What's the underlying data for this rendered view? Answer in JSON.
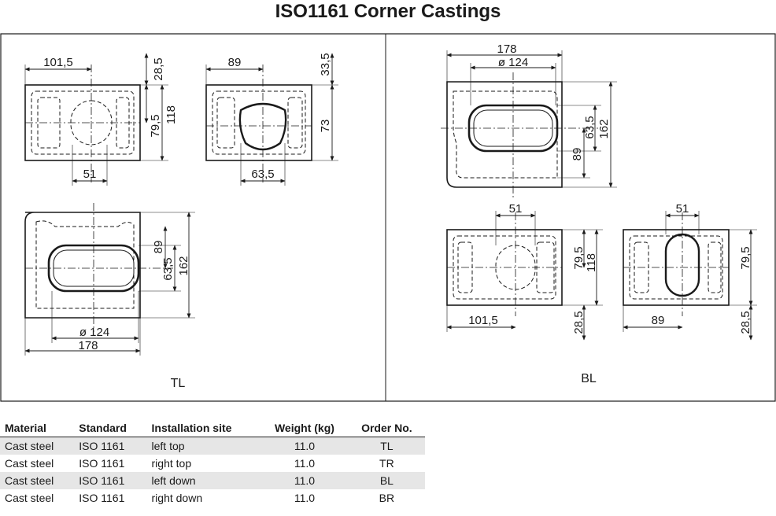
{
  "title": "ISO1161 Corner Castings",
  "panels": {
    "left_label": "TL",
    "right_label": "BL"
  },
  "dims": {
    "a": "101,5",
    "b": "28,5",
    "c": "79,5",
    "d": "118",
    "e": "51",
    "f": "89",
    "g": "33,5",
    "h": "73",
    "i": "63,5",
    "j": "162",
    "k": "ø 124",
    "l": "178"
  },
  "table": {
    "headers": [
      "Material",
      "Standard",
      "Installation site",
      "Weight  (kg)",
      "Order No."
    ],
    "rows": [
      [
        "Cast steel",
        "ISO 1161",
        "left top",
        "11.0",
        "TL"
      ],
      [
        "Cast steel",
        "ISO 1161",
        "right top",
        "11.0",
        "TR"
      ],
      [
        "Cast steel",
        "ISO 1161",
        "left down",
        "11.0",
        "BL"
      ],
      [
        "Cast steel",
        "ISO 1161",
        "right down",
        "11.0",
        "BR"
      ]
    ]
  }
}
